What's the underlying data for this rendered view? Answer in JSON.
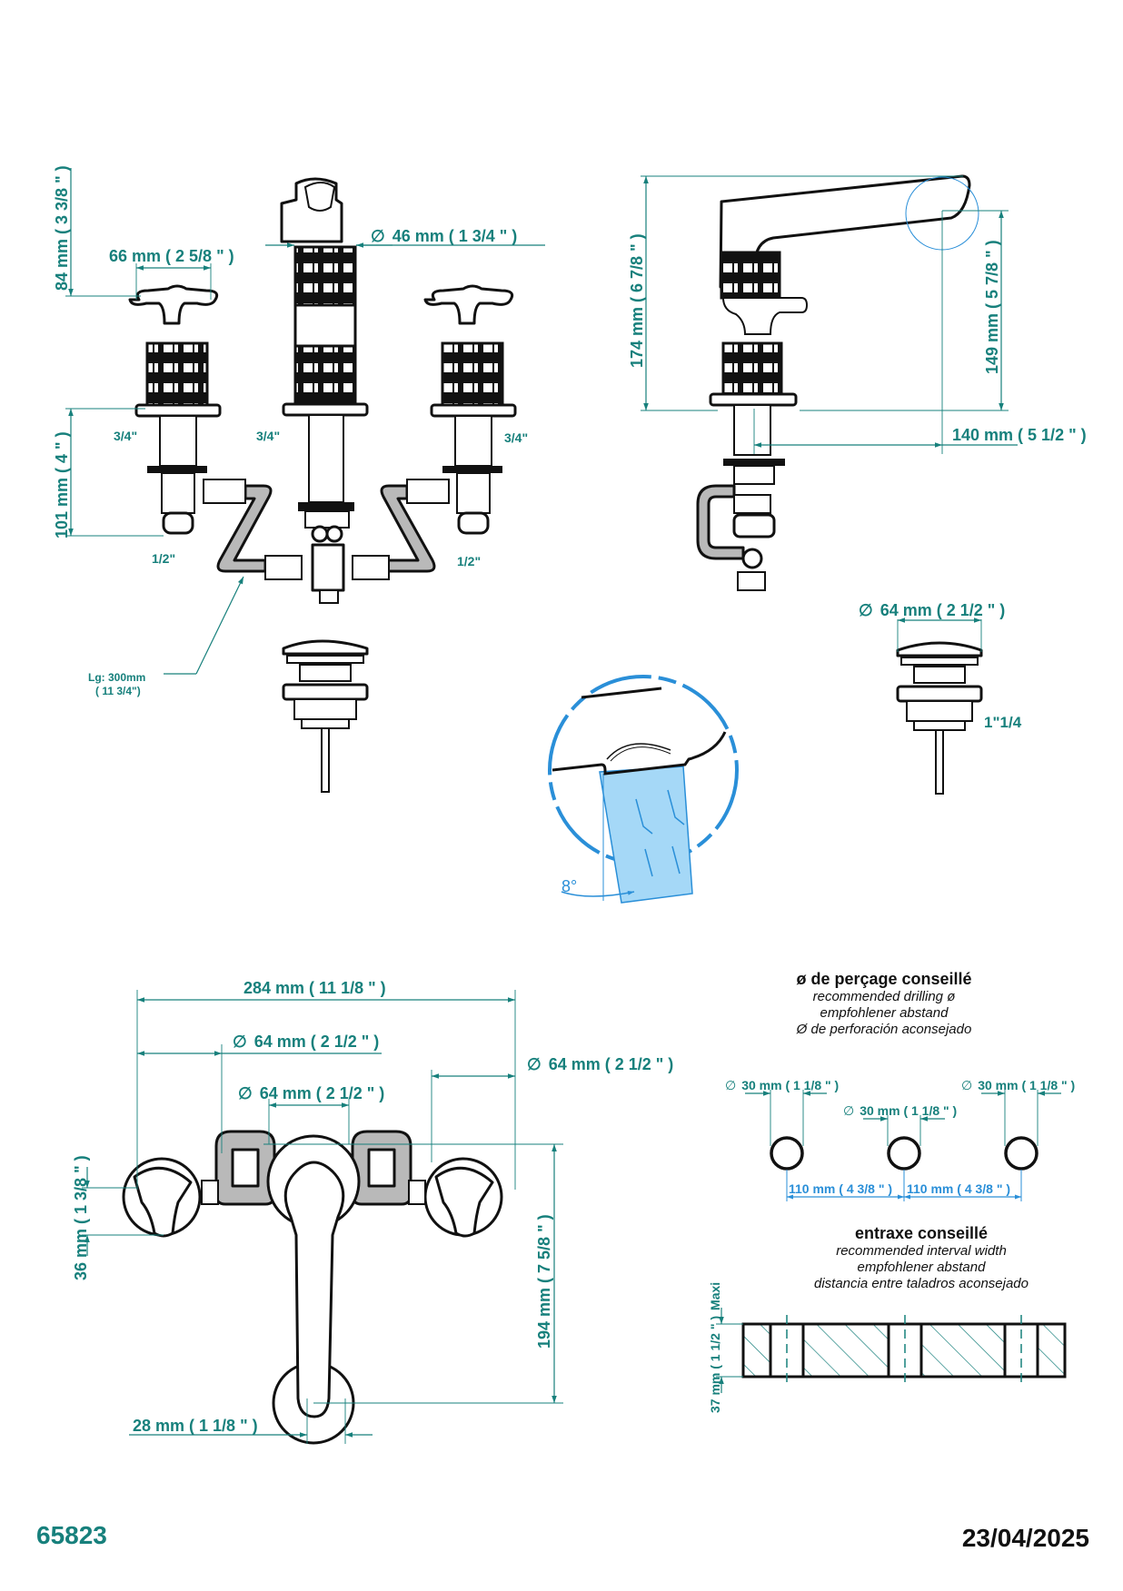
{
  "document": {
    "product_code": "65823",
    "date": "23/04/2025"
  },
  "colors": {
    "dimension_teal": "#17807c",
    "detail_blue": "#2a8fd8",
    "water_fill": "#a5d8f7",
    "pipe_gray": "#b9b9b9",
    "outline": "#111111"
  },
  "front_view": {
    "height_handle": "84 mm ( 3 3/8 \" )",
    "handle_width": "66 mm ( 2 5/8 \" )",
    "spout_diameter": "46 mm ( 1 3/4 \" )",
    "height_under_deck": "101 mm ( 4 \" )",
    "thread_left": "3/4\"",
    "thread_center": "3/4\"",
    "thread_right": "3/4\"",
    "outlet_left": "1/2\"",
    "outlet_right": "1/2\"",
    "hose_length_line1": "Lg: 300mm",
    "hose_length_line2": "( 11 3/4\")"
  },
  "side_view": {
    "total_height": "174 mm ( 6 7/8 \" )",
    "outlet_height": "149 mm ( 5 7/8 \" )",
    "spout_reach": "140 mm ( 5 1/2 \" )",
    "waste_diameter": "64 mm ( 2 1/2 \" )",
    "waste_thread": "1\"1/4"
  },
  "detail_view": {
    "angle": "8°"
  },
  "top_view": {
    "overall_width": "284 mm ( 11 1/8 \" )",
    "handle_diameter_left": "64 mm ( 2 1/2 \" )",
    "handle_diameter_right": "64 mm ( 2 1/2 \" )",
    "spout_base_diameter": "64 mm ( 2 1/2 \" )",
    "handle_depth": "36 mm ( 1 3/8 \" )",
    "spout_length": "194 mm ( 7 5/8 \" )",
    "spout_tip_width": "28 mm ( 1 1/8 \" )",
    "diameter_symbol": "∅"
  },
  "drilling": {
    "title": "ø de perçage conseillé",
    "line_en": "recommended drilling ø",
    "line_de": "empfohlener abstand",
    "line_es": "Ø de perforación aconsejado",
    "hole_left": "30 mm ( 1 1/8 \" )",
    "hole_center": "30 mm ( 1 1/8 \" )",
    "hole_right": "30 mm ( 1 1/8 \" )",
    "spacing_left": "110 mm ( 4 3/8 \" )",
    "spacing_right": "110 mm ( 4 3/8 \" )"
  },
  "interval": {
    "title": "entraxe conseillé",
    "line_en": "recommended interval width",
    "line_de": "empfohlener abstand",
    "line_es": "distancia entre taladros aconsejado",
    "max_thickness": "37 mm ( 1 1/2 \" )",
    "max_label": "Maxi"
  }
}
